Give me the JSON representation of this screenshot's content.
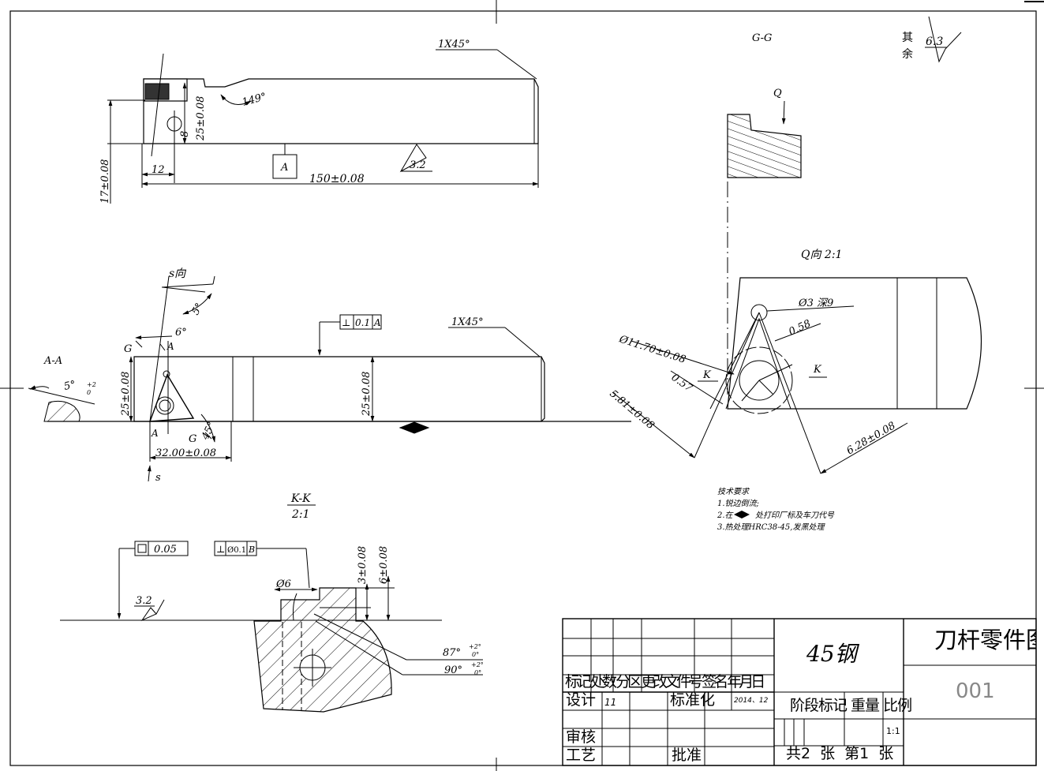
{
  "top_view": {
    "chamfer": "1X45°",
    "angle": "149°",
    "dim_height_25": "25±0.08",
    "dim_8": "8",
    "dim_12": "12",
    "dim_17": "17±0.08",
    "datum": "A",
    "roughness": "3.2",
    "length": "150±0.08"
  },
  "front_view": {
    "s_view_label": "s向",
    "angle_5": "5°",
    "angle_6": "6°",
    "g_mark_top": "G",
    "a_mark_top": "A",
    "a_mark_bottom": "A",
    "g_mark_bottom": "G",
    "angle_45": "45°",
    "height_left": "25±0.08",
    "height_right": "25±0.08",
    "perp_symbol": "⊥",
    "perp_value": "0.1",
    "perp_datum": "A",
    "chamfer": "1X45°",
    "width_32": "32.00±0.08",
    "s_arrow_label": "s"
  },
  "section_aa": {
    "label": "A-A",
    "angle": "5°",
    "tol_plus": "+2",
    "tol_zero": "0"
  },
  "section_kk": {
    "label": "K-K",
    "scale": "2:1",
    "flatness_value": "0.05",
    "perp_value": "Ø0.1",
    "perp_datum": "B",
    "roughness": "3.2",
    "dia": "Ø6",
    "dim_3": "3±0.08",
    "dim_6": "6±0.08",
    "angle_87": "87°",
    "angle_90": "90°",
    "tol_plus": "+2°",
    "tol_zero": "0°"
  },
  "section_gg": {
    "label": "G-G",
    "q_arrow": "Q"
  },
  "roughness_note": {
    "prefix_1": "其",
    "prefix_2": "余",
    "value": "6.3"
  },
  "q_view": {
    "label": "Q向 2:1",
    "hole": "Ø3 深9",
    "dim_058": "0.58",
    "dim_1170": "Ø11.70±0.08",
    "k_left": "K",
    "k_right": "K",
    "dim_057": "0.57",
    "dim_581": "5.81±0.08",
    "dim_628": "6.28±0.08"
  },
  "tech_requirements": {
    "title": "技术要求",
    "item1": "1.锐边倒流;",
    "item2_a": "2.在",
    "item2_b": "处打印厂标及车刀代号",
    "item3": "3.热处理HRC38-45,发黑处理"
  },
  "title_block": {
    "material": "45钢",
    "drawing_title": "刀杆零件图",
    "drawing_number": "001",
    "row_header": "标记 处数 分区 更改文件号 签名 年月日",
    "design": "设计",
    "design_number": "11",
    "standardize": "标准化",
    "date": "2014、12",
    "stage_header": "阶段标记 重量 比例",
    "scale_value": "1:1",
    "review": "审核",
    "process": "工艺",
    "approve": "批准",
    "sheet_info": "共2 张 第1 张"
  }
}
